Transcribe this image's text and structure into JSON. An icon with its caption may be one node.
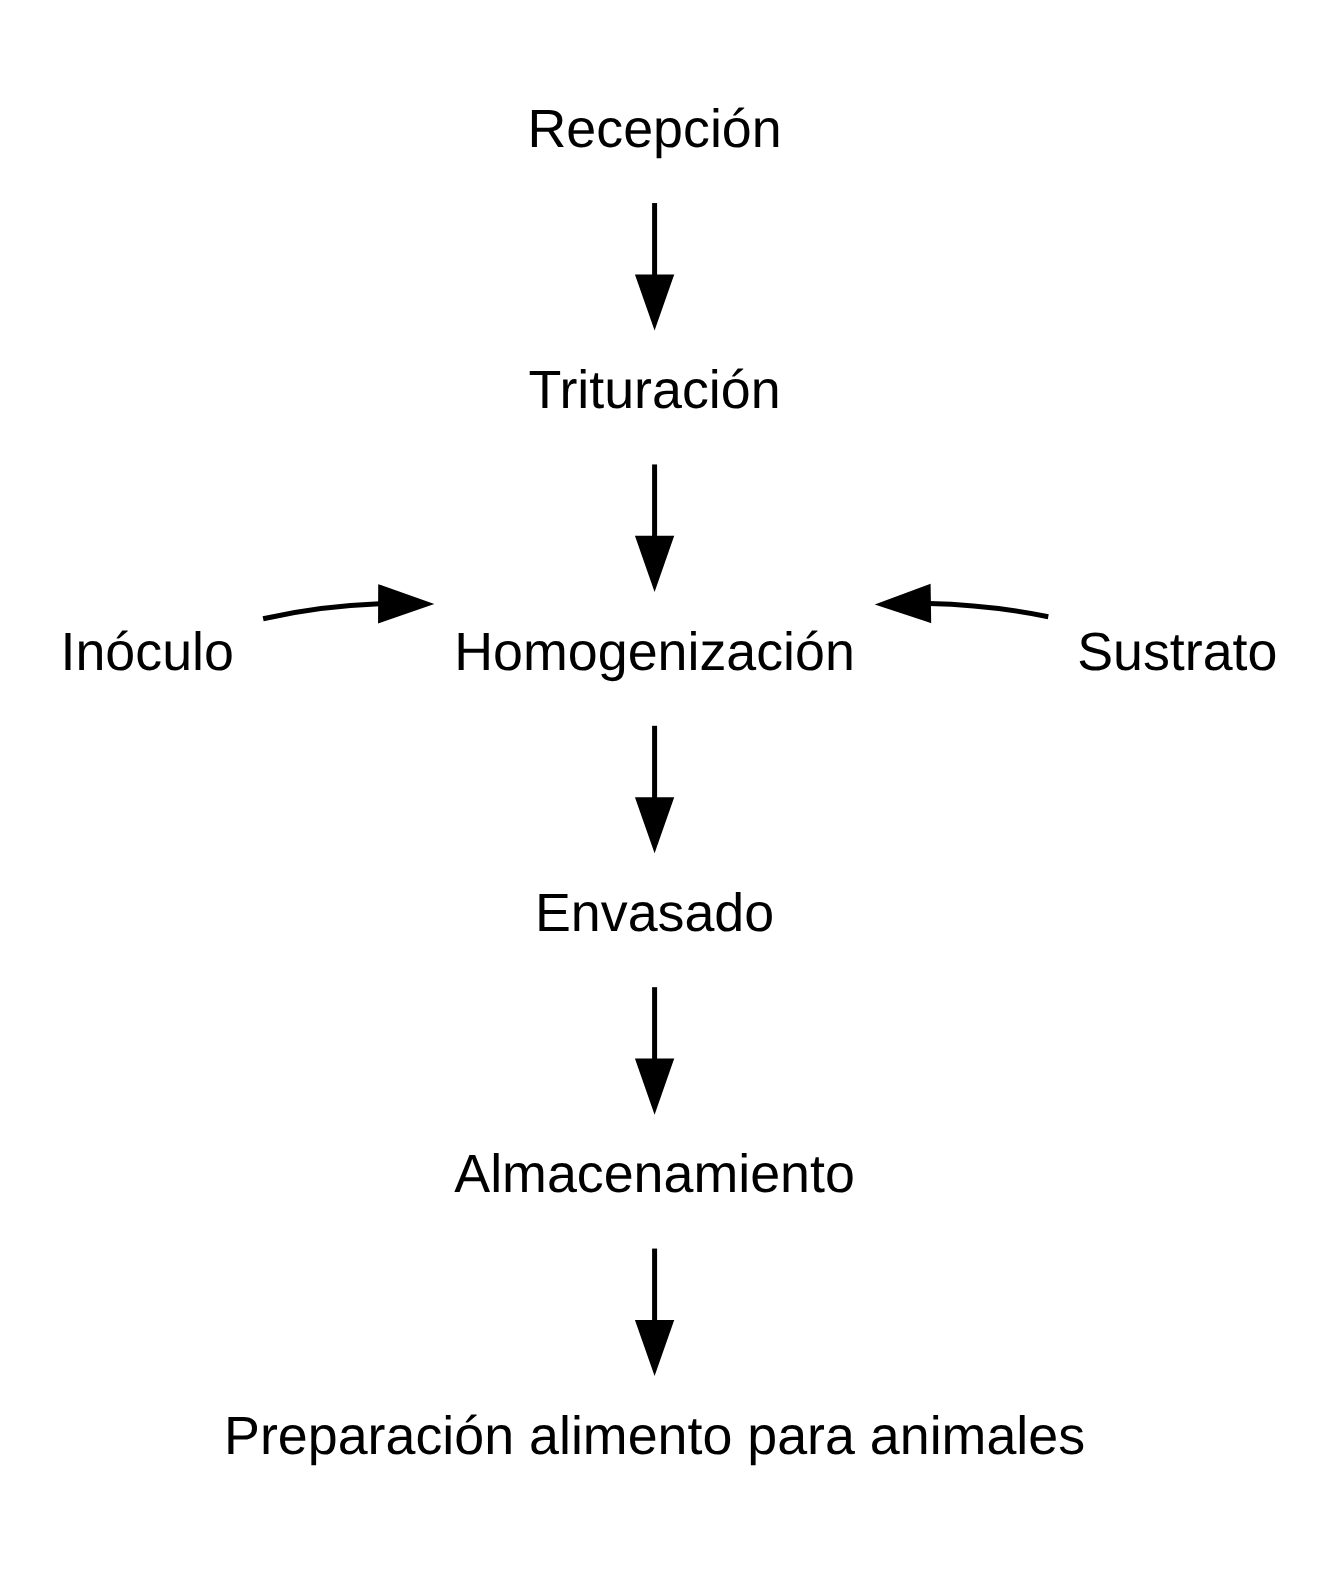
{
  "diagram": {
    "nodes": [
      {
        "text": [
          "Recepción"
        ]
      },
      {
        "text": [
          "Trituración"
        ]
      },
      {
        "text": [
          "Inóculo"
        ]
      },
      {
        "text": [
          "Homogenización"
        ]
      },
      {
        "text": [
          "Sustrato"
        ]
      },
      {
        "text": [
          "Envasado"
        ]
      },
      {
        "text": [
          "Almacenamiento"
        ]
      },
      {
        "text": [
          "Preparación alimento para animales"
        ]
      }
    ],
    "edges": [
      {
        "from": 0,
        "to": 1,
        "arrow": "to"
      },
      {
        "from": 1,
        "to": 3,
        "arrow": "to"
      },
      {
        "from": 2,
        "to": 3,
        "arrow": "to"
      },
      {
        "from": 4,
        "to": 3,
        "arrow": "to"
      },
      {
        "from": 3,
        "to": 5,
        "arrow": "to"
      },
      {
        "from": 5,
        "to": 6,
        "arrow": "to"
      },
      {
        "from": 6,
        "to": 7,
        "arrow": "to"
      }
    ]
  }
}
